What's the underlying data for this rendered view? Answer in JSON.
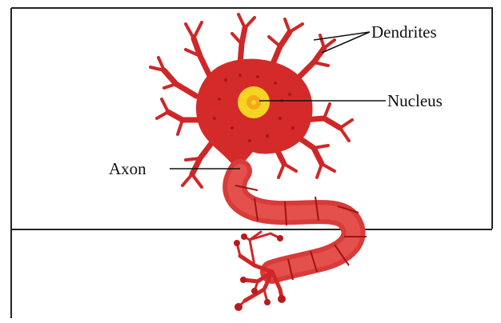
{
  "diagram": {
    "labels": {
      "dendrites": "Dendrites",
      "nucleus": "Nucleus",
      "axon": "Axon"
    },
    "colors": {
      "cell_body": "#d42a2a",
      "cell_dark": "#b51c1c",
      "nucleus_outer": "#f7d423",
      "nucleus_inner": "#f3a91a",
      "frame": "#222222"
    }
  }
}
